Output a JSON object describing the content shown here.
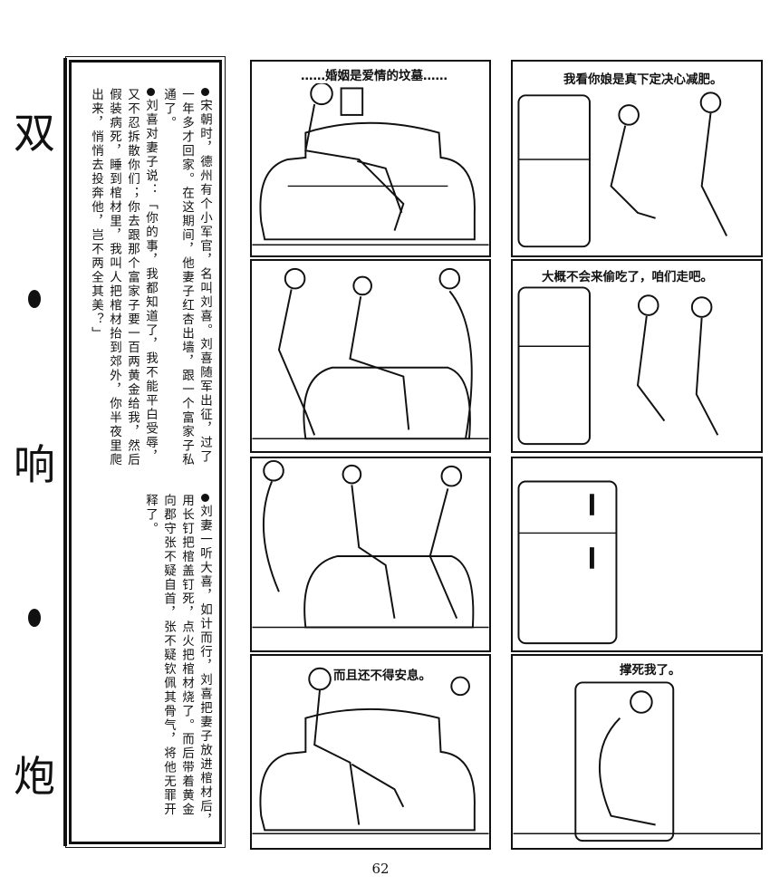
{
  "title": {
    "chars": [
      "双",
      "响",
      "炮"
    ]
  },
  "story": {
    "paragraph1": "宋朝时，德州有个小军官，名叫刘喜。刘喜随军出征，过了一年多才回家。在这期间，他妻子红杏出墙，跟一个富家子私通了。",
    "paragraph2": "刘喜对妻子说：「你的事，我都知道了，我不能平白受辱，又不忍拆散你们；你去跟那个富家子要一百两黄金给我，然后假装病死，睡到棺材里，我叫人把棺材抬到郊外，你半夜里爬出来，悄悄去投奔他，岂不两全其美？」",
    "paragraph3": "刘妻一听大喜，如计而行，刘喜把妻子放进棺材后，用长钉把棺盖钉死，点火把棺材烧了。而后带着黄金向郡守张不疑自首，张不疑钦佩其骨气，将他无罪开释了。"
  },
  "panels": {
    "left": [
      {
        "caption": "……婚姻是爱情的坟墓……"
      },
      {
        "caption": ""
      },
      {
        "caption": ""
      },
      {
        "caption": "而且还不得安息。"
      }
    ],
    "right": [
      {
        "caption": "我看你娘是真下定决心减肥。"
      },
      {
        "caption": "大概不会来偷吃了，咱们走吧。"
      },
      {
        "caption": ""
      },
      {
        "caption": "撑死我了。"
      }
    ]
  },
  "page_number": "62"
}
